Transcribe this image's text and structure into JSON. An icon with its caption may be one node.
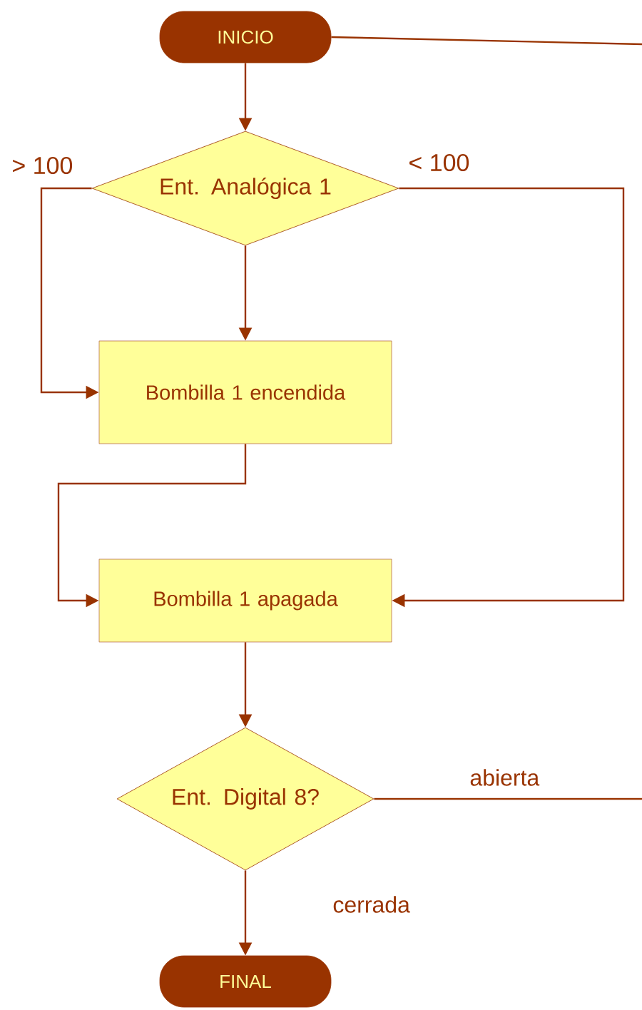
{
  "diagram": {
    "nodes": [
      {
        "text": [
          "INICIO"
        ]
      },
      {
        "text": [
          "Ent. Analógica 1"
        ]
      },
      {
        "text": [
          "Bombilla 1 encendida"
        ]
      },
      {
        "text": [
          "Bombilla 1 apagada"
        ]
      },
      {
        "text": [
          "Ent. Digital 8?"
        ]
      },
      {
        "text": [
          "FINAL"
        ]
      }
    ],
    "edges": [
      {
        "from": 0,
        "to": 1,
        "arrow": "to"
      },
      {
        "from": 1,
        "to": 2,
        "arrow": "to"
      },
      {
        "from": 1,
        "to": 2,
        "arrow": "to",
        "label": "> 100"
      },
      {
        "from": 1,
        "to": 3,
        "arrow": "to",
        "label": "< 100"
      },
      {
        "from": 2,
        "to": 3,
        "arrow": "to"
      },
      {
        "from": 3,
        "to": 4,
        "arrow": "to"
      },
      {
        "from": 4,
        "to": 5,
        "arrow": "to",
        "label": "cerrada"
      },
      {
        "from": 4,
        "to": null,
        "arrow": "none",
        "label": "abierta"
      },
      {
        "from": 0,
        "to": null,
        "arrow": "none"
      }
    ]
  }
}
